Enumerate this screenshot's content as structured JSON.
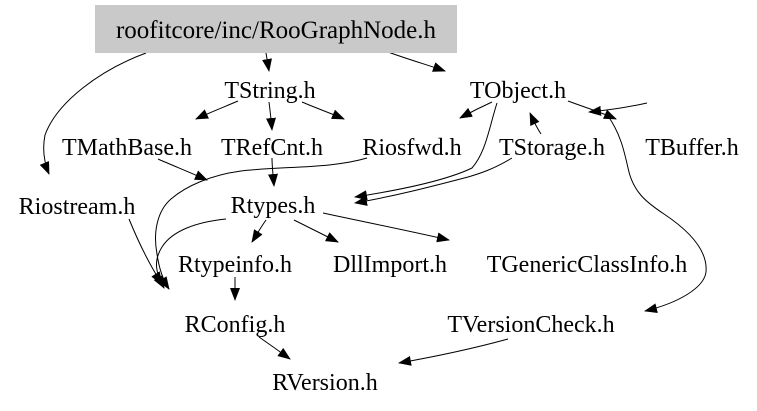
{
  "diagram": {
    "title": "Include dependency graph for roofitcore/inc/RooGraphNode.h",
    "type": "include-dependency-graph",
    "colors": {
      "background": "#ffffff",
      "root_box_fill": "#c9c9c9",
      "edge_color": "#000000",
      "text_color": "#000000"
    },
    "root": {
      "label": "roofitcore/inc/RooGraphNode.h"
    },
    "nodes": [
      {
        "id": "TString",
        "label": "TString.h"
      },
      {
        "id": "TObject",
        "label": "TObject.h"
      },
      {
        "id": "TMathBase",
        "label": "TMathBase.h"
      },
      {
        "id": "TRefCnt",
        "label": "TRefCnt.h"
      },
      {
        "id": "Riosfwd",
        "label": "Riosfwd.h"
      },
      {
        "id": "TStorage",
        "label": "TStorage.h"
      },
      {
        "id": "TBuffer",
        "label": "TBuffer.h"
      },
      {
        "id": "Riostream",
        "label": "Riostream.h"
      },
      {
        "id": "Rtypes",
        "label": "Rtypes.h"
      },
      {
        "id": "Rtypeinfo",
        "label": "Rtypeinfo.h"
      },
      {
        "id": "DllImport",
        "label": "DllImport.h"
      },
      {
        "id": "TGenericClassInfo",
        "label": "TGenericClassInfo.h"
      },
      {
        "id": "RConfig",
        "label": "RConfig.h"
      },
      {
        "id": "TVersionCheck",
        "label": "TVersionCheck.h"
      },
      {
        "id": "RVersion",
        "label": "RVersion.h"
      }
    ],
    "edges": [
      {
        "from": "roofitcore/inc/RooGraphNode.h",
        "to": "TString.h"
      },
      {
        "from": "roofitcore/inc/RooGraphNode.h",
        "to": "TObject.h"
      },
      {
        "from": "roofitcore/inc/RooGraphNode.h",
        "to": "Riostream.h"
      },
      {
        "from": "TString.h",
        "to": "TMathBase.h"
      },
      {
        "from": "TString.h",
        "to": "TRefCnt.h"
      },
      {
        "from": "TString.h",
        "to": "Riosfwd.h"
      },
      {
        "from": "TObject.h",
        "to": "Riosfwd.h"
      },
      {
        "from": "TStorage.h",
        "to": "TObject.h"
      },
      {
        "from": "TObject.h",
        "to": "TBuffer.h"
      },
      {
        "from": "TBuffer.h",
        "to": "TObject.h"
      },
      {
        "from": "TMathBase.h",
        "to": "Rtypes.h"
      },
      {
        "from": "TRefCnt.h",
        "to": "Rtypes.h"
      },
      {
        "from": "TObject.h",
        "to": "Rtypes.h"
      },
      {
        "from": "TStorage.h",
        "to": "Rtypes.h"
      },
      {
        "from": "Rtypes.h",
        "to": "Rtypeinfo.h"
      },
      {
        "from": "Rtypes.h",
        "to": "DllImport.h"
      },
      {
        "from": "Rtypes.h",
        "to": "TGenericClassInfo.h"
      },
      {
        "from": "Rtypes.h",
        "to": "RConfig.h"
      },
      {
        "from": "Riosfwd.h",
        "to": "RConfig.h"
      },
      {
        "from": "Riostream.h",
        "to": "RConfig.h"
      },
      {
        "from": "Rtypeinfo.h",
        "to": "RConfig.h"
      },
      {
        "from": "RConfig.h",
        "to": "RVersion.h"
      },
      {
        "from": "TVersionCheck.h",
        "to": "RVersion.h"
      },
      {
        "from": "TObject.h",
        "to": "TVersionCheck.h"
      }
    ]
  }
}
